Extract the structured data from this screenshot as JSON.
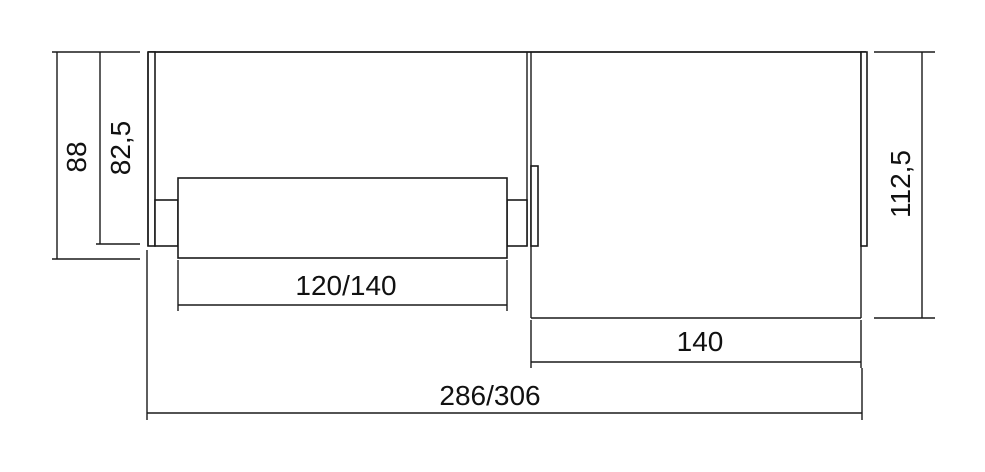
{
  "dimensions": {
    "total_height_left": "88",
    "inner_height_left": "82,5",
    "roll_width": "120/140",
    "height_right": "112,5",
    "cover_width": "140",
    "total_width": "286/306"
  },
  "colors": {
    "line": "#1a1a1a",
    "background": "#ffffff"
  }
}
